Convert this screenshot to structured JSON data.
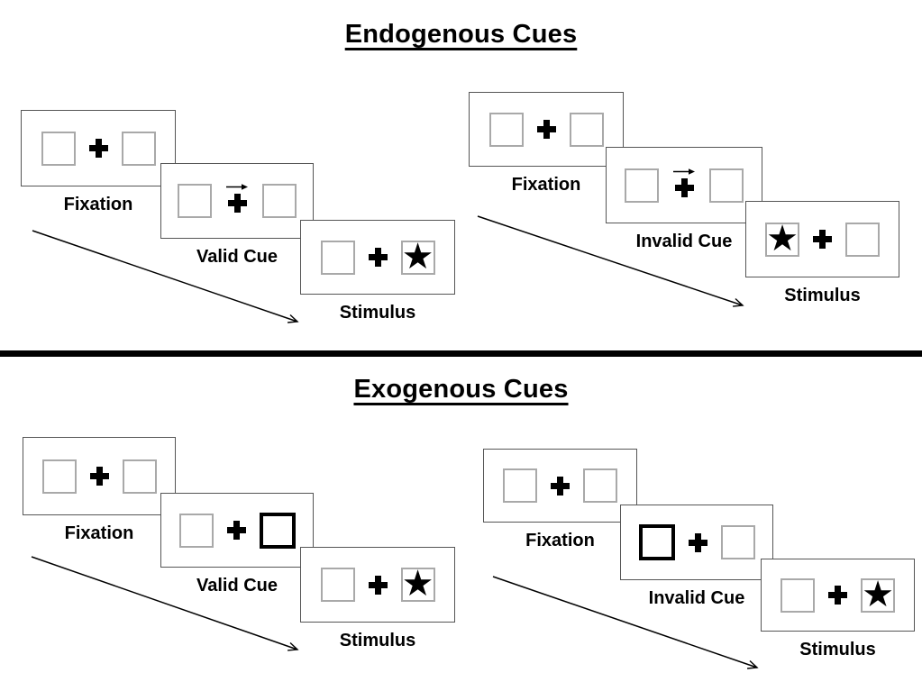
{
  "glyphs": {
    "star": "★"
  },
  "colors": {
    "background": "#ffffff",
    "ink": "#000000",
    "card_border": "#555555",
    "placeholder_box_border": "#a9a9a9",
    "cue_highlight_border": "#000000",
    "divider": "#000000"
  },
  "sections": [
    {
      "id": "endogenous",
      "title": "Endogenous Cues",
      "cue_style": "central right-pointing arrow above fixation cross",
      "panels": [
        {
          "id": "endogenous-valid",
          "steps": [
            {
              "label": "Fixation",
              "left_box": "empty",
              "center": "cross",
              "right_box": "empty"
            },
            {
              "label": "Valid Cue",
              "left_box": "empty",
              "center": "cross-with-right-arrow",
              "right_box": "empty"
            },
            {
              "label": "Stimulus",
              "left_box": "empty",
              "center": "cross",
              "right_box": "star"
            }
          ]
        },
        {
          "id": "endogenous-invalid",
          "steps": [
            {
              "label": "Fixation",
              "left_box": "empty",
              "center": "cross",
              "right_box": "empty"
            },
            {
              "label": "Invalid Cue",
              "left_box": "empty",
              "center": "cross-with-right-arrow",
              "right_box": "empty"
            },
            {
              "label": "Stimulus",
              "left_box": "star",
              "center": "cross",
              "right_box": "empty"
            }
          ]
        }
      ]
    },
    {
      "id": "exogenous",
      "title": "Exogenous Cues",
      "cue_style": "peripheral box highlighted with thick black border",
      "panels": [
        {
          "id": "exogenous-valid",
          "steps": [
            {
              "label": "Fixation",
              "left_box": "empty",
              "center": "cross",
              "right_box": "empty"
            },
            {
              "label": "Valid Cue",
              "left_box": "empty",
              "center": "cross",
              "right_box": "highlighted"
            },
            {
              "label": "Stimulus",
              "left_box": "empty",
              "center": "cross",
              "right_box": "star"
            }
          ]
        },
        {
          "id": "exogenous-invalid",
          "steps": [
            {
              "label": "Fixation",
              "left_box": "empty",
              "center": "cross",
              "right_box": "empty"
            },
            {
              "label": "Invalid Cue",
              "left_box": "highlighted",
              "center": "cross",
              "right_box": "empty"
            },
            {
              "label": "Stimulus",
              "left_box": "empty",
              "center": "cross",
              "right_box": "star"
            }
          ]
        }
      ]
    }
  ]
}
